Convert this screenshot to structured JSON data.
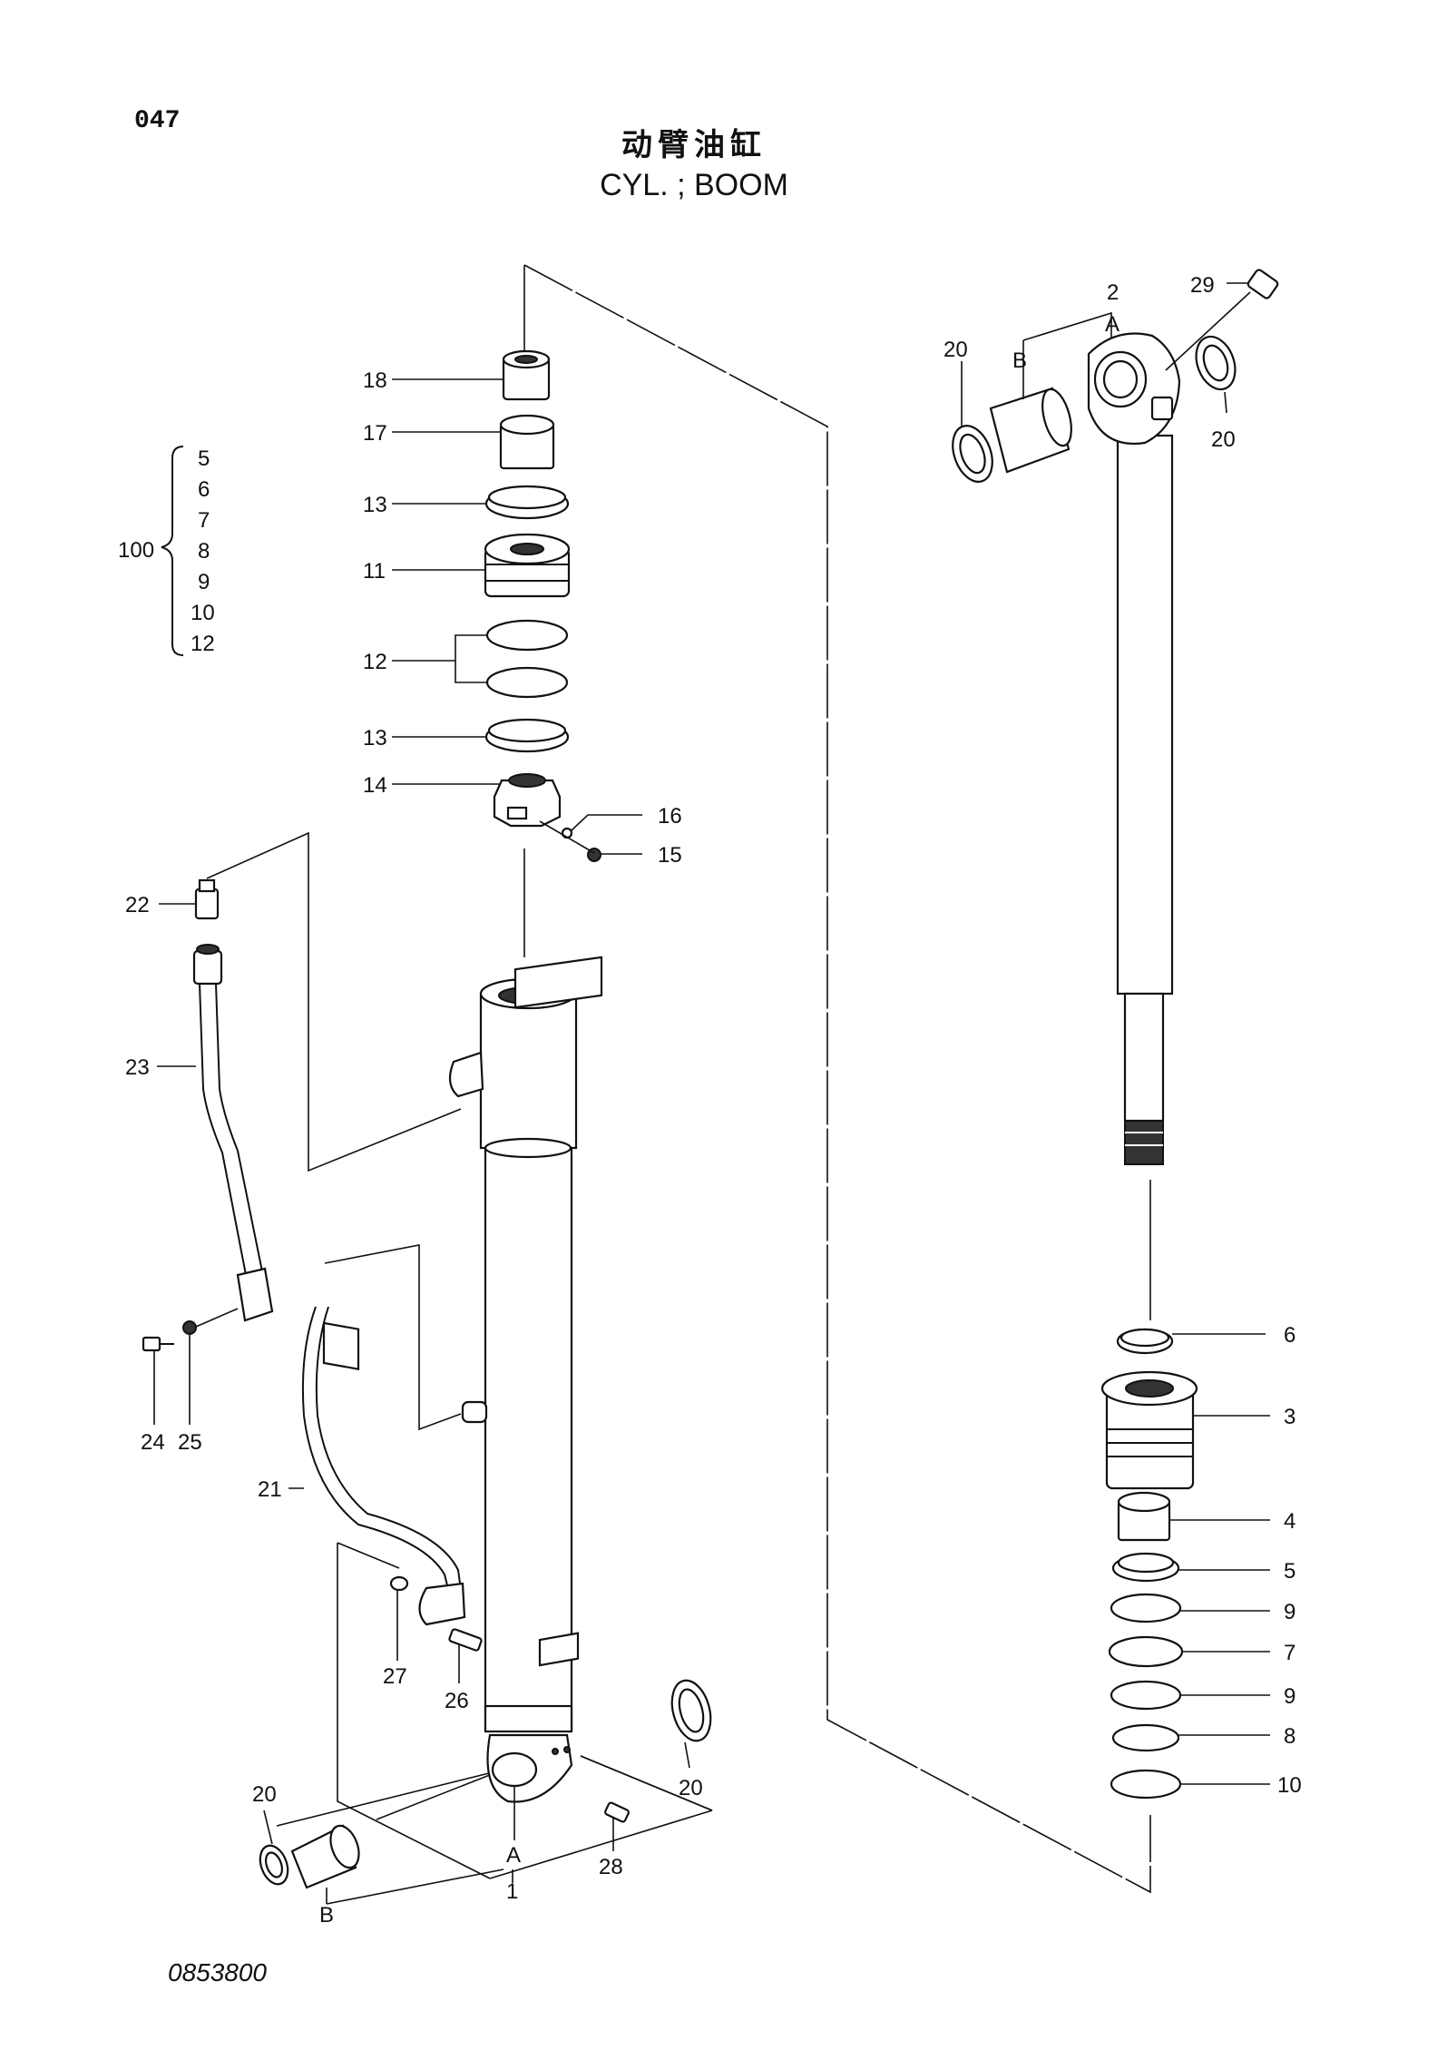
{
  "page": {
    "page_number": "047",
    "title_cn": "动臂油缸",
    "title_en": "CYL. ; BOOM",
    "drawing_code": "0853800"
  },
  "kit": {
    "number": "100",
    "items": [
      "5",
      "6",
      "7",
      "8",
      "9",
      "10",
      "12"
    ]
  },
  "callouts": {
    "c18": "18",
    "c17": "17",
    "c13a": "13",
    "c11": "11",
    "c12": "12",
    "c13b": "13",
    "c14": "14",
    "c16": "16",
    "c15": "15",
    "c22": "22",
    "c23": "23",
    "c24": "24",
    "c25": "25",
    "c21": "21",
    "c27": "27",
    "c26": "26",
    "c20a": "20",
    "c20b": "20",
    "cA1": "A",
    "c28": "28",
    "c1": "1",
    "cB1": "B",
    "c2": "2",
    "c29": "29",
    "cA2": "A",
    "cB2": "B",
    "c20c": "20",
    "c20d": "20",
    "c6": "6",
    "c3": "3",
    "c4": "4",
    "c5": "5",
    "c9a": "9",
    "c7": "7",
    "c9b": "9",
    "c8": "8",
    "c10": "10"
  }
}
